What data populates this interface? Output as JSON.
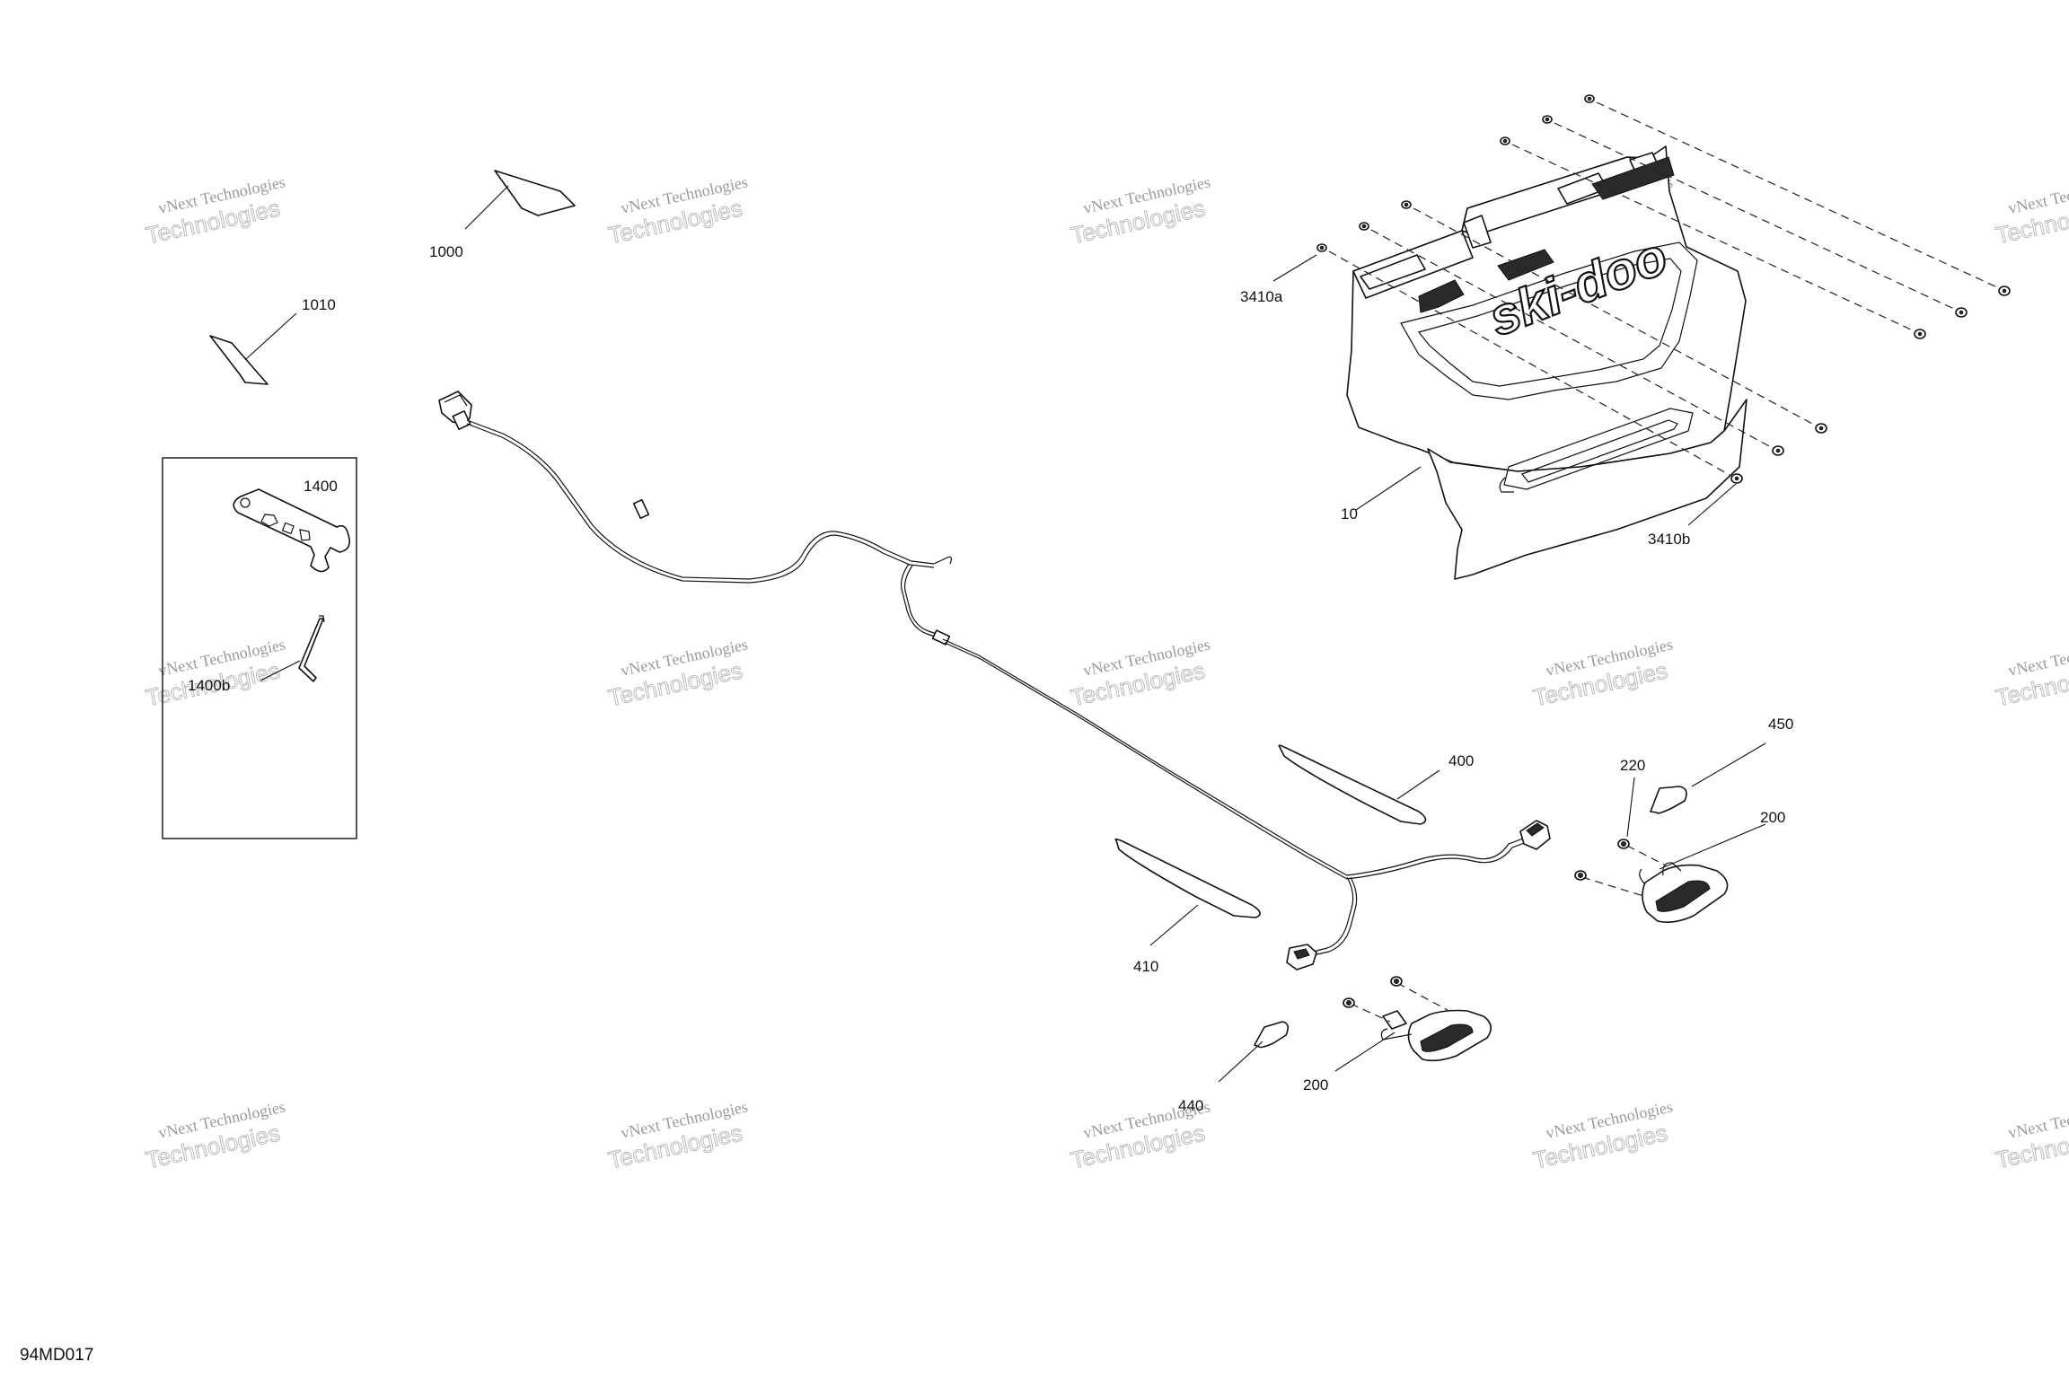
{
  "reference_code": "94MD017",
  "watermark": {
    "line1": "vNext Technologies",
    "line2": "Technologies"
  },
  "brand_logo_text": "ski-doo",
  "callouts": [
    {
      "id": "1000",
      "text": "1000"
    },
    {
      "id": "1010",
      "text": "1010"
    },
    {
      "id": "1400",
      "text": "1400"
    },
    {
      "id": "1400b",
      "text": "1400b"
    },
    {
      "id": "3410a",
      "text": "3410a"
    },
    {
      "id": "3410b",
      "text": "3410b"
    },
    {
      "id": "10",
      "text": "10"
    },
    {
      "id": "400",
      "text": "400"
    },
    {
      "id": "410",
      "text": "410"
    },
    {
      "id": "450",
      "text": "450"
    },
    {
      "id": "220",
      "text": "220"
    },
    {
      "id": "200a",
      "text": "200"
    },
    {
      "id": "200b",
      "text": "200"
    },
    {
      "id": "440",
      "text": "440"
    }
  ]
}
